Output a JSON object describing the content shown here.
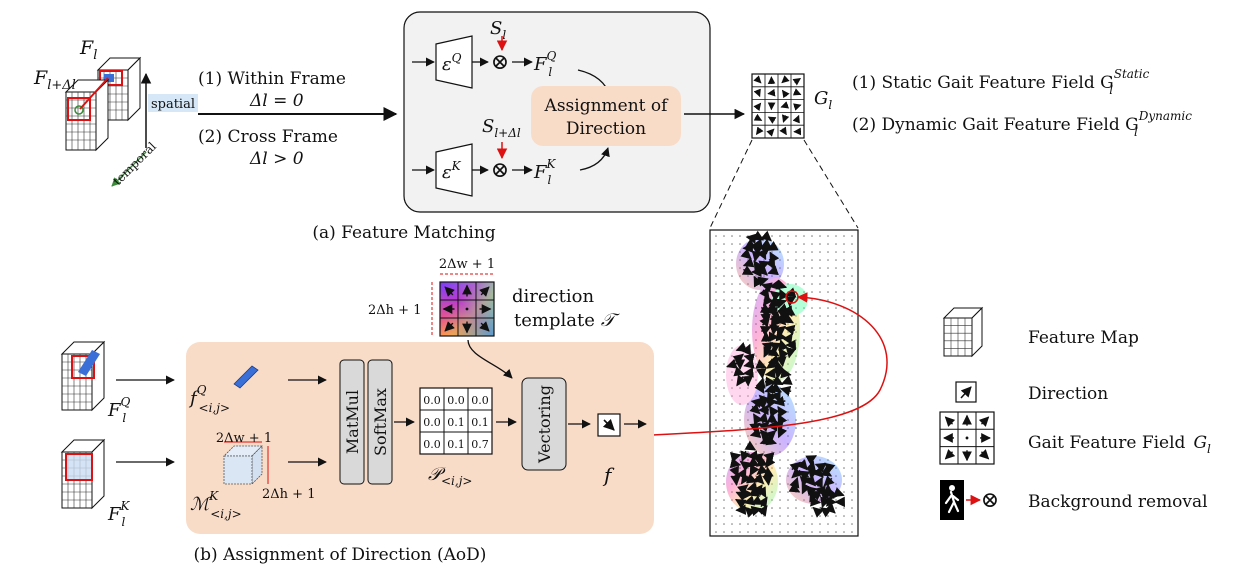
{
  "input": {
    "label_f": "F",
    "label_f_sub": "l",
    "label_fdl": "F",
    "label_fdl_sub": "l+Δl",
    "spatial": "spatial",
    "temporal": "temporal"
  },
  "matching": {
    "within_frame": "(1) Within Frame",
    "within_eq": "Δl = 0",
    "cross_frame": "(2) Cross Frame",
    "cross_eq": "Δl > 0",
    "encoder_q": "ε",
    "encoder_q_sup": "Q",
    "encoder_k": "ε",
    "encoder_k_sup": "K",
    "s_l": "S",
    "s_l_sub": "l",
    "s_ldl": "S",
    "s_ldl_sub": "l+Δl",
    "fq": "F",
    "fq_sub": "l",
    "fq_sup": "Q",
    "fk": "F",
    "fk_sub": "l",
    "fk_sup": "K",
    "otimes": "⊗",
    "aod_line1": "Assignment of",
    "aod_line2": "Direction",
    "caption": "(a) Feature Matching"
  },
  "output": {
    "g": "G",
    "g_sub": "l",
    "static": "(1) Static Gait Feature Field G",
    "static_sub": "l",
    "static_sup": "Static",
    "dynamic": "(2) Dynamic Gait Feature Field G",
    "dynamic_sub": "l",
    "dynamic_sup": "Dynamic"
  },
  "aod": {
    "fq_label": "F",
    "fq_sub": "l",
    "fq_sup": "Q",
    "fk_label": "F",
    "fk_sub": "l",
    "fk_sup": "K",
    "f_q": "f",
    "f_q_sub": "<i,j>",
    "f_q_sup": "Q",
    "m_k": "ℳ",
    "m_k_sub": "<i,j>",
    "m_k_sup": "K",
    "w_label": "2Δw + 1",
    "h_label": "2Δh + 1",
    "matmul": "MatMul",
    "softmax": "SoftMax",
    "p_matrix": [
      "0.0",
      "0.0",
      "0.0",
      "0.0",
      "0.1",
      "0.1",
      "0.0",
      "0.1",
      "0.7"
    ],
    "p_label": "𝒫",
    "p_sub": "<i,j>",
    "vectoring": "Vectoring",
    "f_out": "f",
    "template_w": "2Δw + 1",
    "template_h": "2Δh + 1",
    "template_line1": "direction",
    "template_line2": "template",
    "template_sym": "𝒯",
    "caption": "(b) Assignment of Direction (AoD)"
  },
  "legend": {
    "feature_map": "Feature Map",
    "direction": "Direction",
    "gait_field": "Gait Feature Field",
    "gait_sym": "G",
    "gait_sub": "l",
    "bg_removal": "Background removal"
  }
}
